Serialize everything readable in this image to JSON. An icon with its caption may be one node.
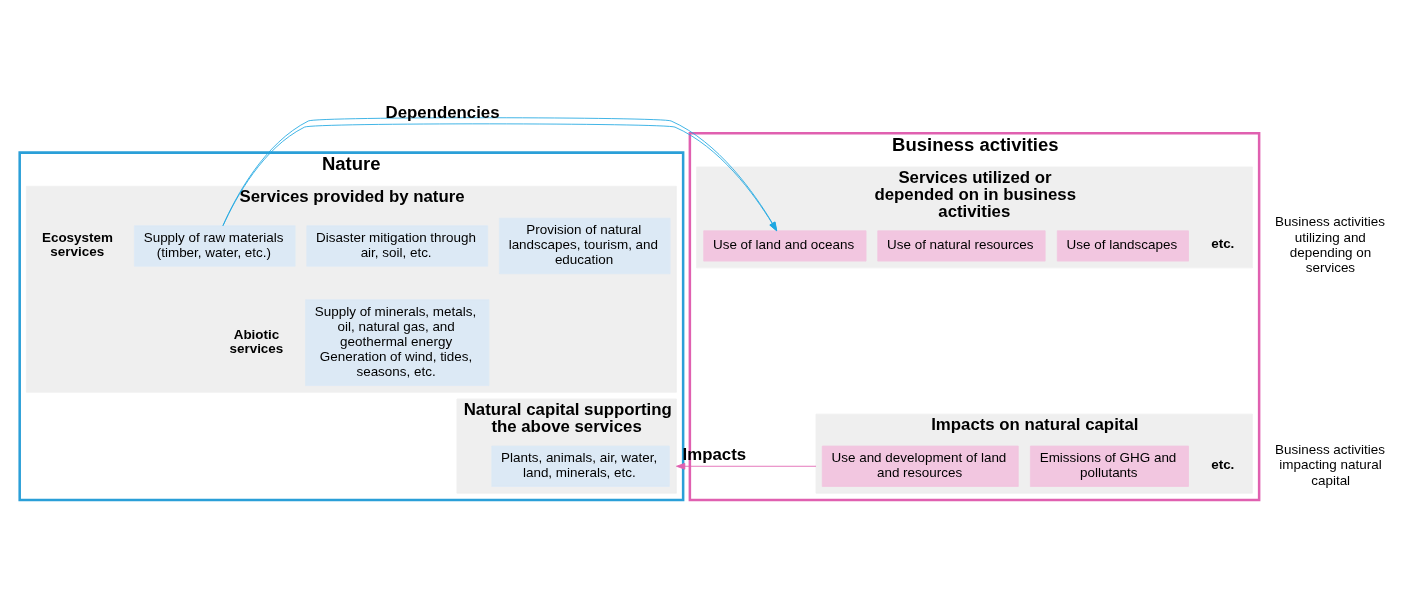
{
  "diagram": {
    "nodes": [
      {
        "text": [
          "Nature"
        ]
      },
      {
        "text": [
          "Services provided by nature"
        ],
        "in": 0
      },
      {
        "text": [
          "Supply of raw materials (timber, water, etc.)"
        ],
        "in": 1
      },
      {
        "text": [
          "Disaster mitigation through air, soil, etc."
        ],
        "in": 1
      },
      {
        "text": [
          "Provision of natural landscapes, tourism, and education"
        ],
        "in": 1
      },
      {
        "text": [
          "Supply of minerals, metals, oil, natural gas, and geothermal energy",
          "Generation of wind, tides, seasons, etc."
        ],
        "in": 1
      },
      {
        "text": [
          "Natural capital supporting the above services"
        ],
        "in": 0
      },
      {
        "text": [
          "Plants, animals, air, water, land, minerals, etc."
        ],
        "in": 6
      },
      {
        "text": [
          "Business activities"
        ]
      },
      {
        "text": [
          "Services utilized or depended on in business activities"
        ],
        "in": 8
      },
      {
        "text": [
          "Use of land and oceans"
        ],
        "in": 9
      },
      {
        "text": [
          "Use of natural resources"
        ],
        "in": 9
      },
      {
        "text": [
          "Use of landscapes"
        ],
        "in": 9
      },
      {
        "text": [
          "Impacts on natural capital"
        ],
        "in": 8
      },
      {
        "text": [
          "Use and development of land and resources"
        ],
        "in": 13
      },
      {
        "text": [
          "Emissions of GHG and pollutants"
        ],
        "in": 13
      }
    ],
    "edges": [
      {
        "from": 1,
        "to": 9,
        "arrow": "to",
        "label": "Dependencies",
        "color": "#1ea7e1"
      },
      {
        "from": 13,
        "to": 6,
        "arrow": "to",
        "label": "Impacts",
        "color": "#e060b0"
      }
    ],
    "labels": [
      "Ecosystem services",
      "Abiotic services",
      "etc.",
      "Business activities utilizing and depending on services",
      "Business activities impacting natural capital",
      "etc."
    ]
  }
}
